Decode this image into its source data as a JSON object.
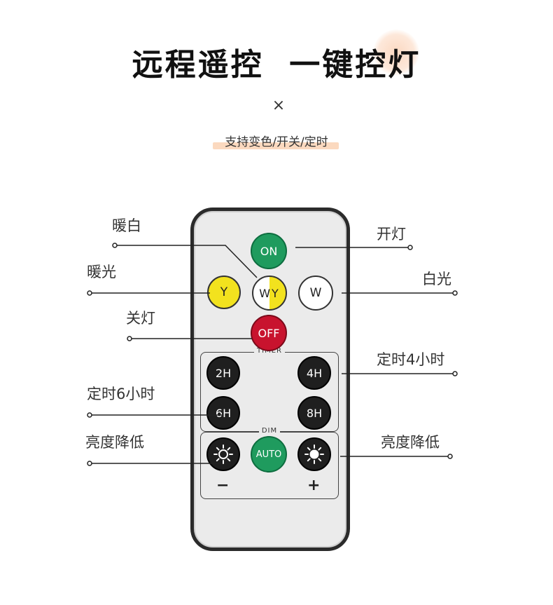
{
  "header": {
    "title": "远程遥控  一键控灯",
    "separator": "×",
    "subtitle": "支持变色/开关/定时"
  },
  "remote": {
    "buttons": {
      "on": "ON",
      "y": "Y",
      "wy": "WY",
      "w": "W",
      "off": "OFF",
      "h2": "2H",
      "h4": "4H",
      "h6": "6H",
      "h8": "8H",
      "auto": "AUTO"
    },
    "groups": {
      "timer": "TIMER",
      "dim": "DIM"
    },
    "minus": "−",
    "plus": "+"
  },
  "callouts": {
    "warm_white": "暖白",
    "warm_light": "暖光",
    "lamp_off": "关灯",
    "timer_6h": "定时6小时",
    "dim_down_left": "亮度降低",
    "lamp_on": "开灯",
    "white_light": "白光",
    "timer_4h": "定时4小时",
    "dim_down_right": "亮度降低"
  },
  "colors": {
    "on_green": "#1f9b5e",
    "off_red": "#c8132e",
    "yellow": "#f2e21e",
    "dark_button": "#1f1f1f",
    "remote_body": "#ebebeb",
    "subtitle_highlight": "#fbd9bf"
  }
}
